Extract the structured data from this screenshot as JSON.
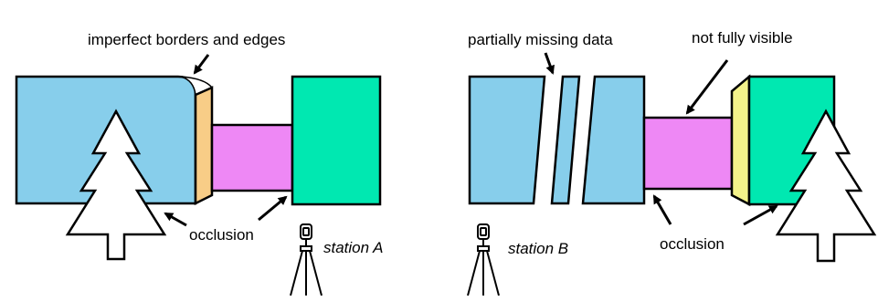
{
  "labels": {
    "imperfect_borders": "imperfect borders and edges",
    "missing_data": "partially missing data",
    "not_fully_visible": "not fully visible",
    "occlusion_left": "occlusion",
    "occlusion_right": "occlusion",
    "station_a": "station A",
    "station_b": "station B"
  },
  "colors": {
    "blue": "#87ceeb",
    "orange": "#f8cd87",
    "magenta": "#ee88f5",
    "green": "#00e8b1",
    "yellow": "#f4f28a",
    "outline": "#000000",
    "tree_fill": "#ffffff"
  },
  "icons": [
    "tree-icon",
    "tripod-icon",
    "arrow-icon"
  ]
}
